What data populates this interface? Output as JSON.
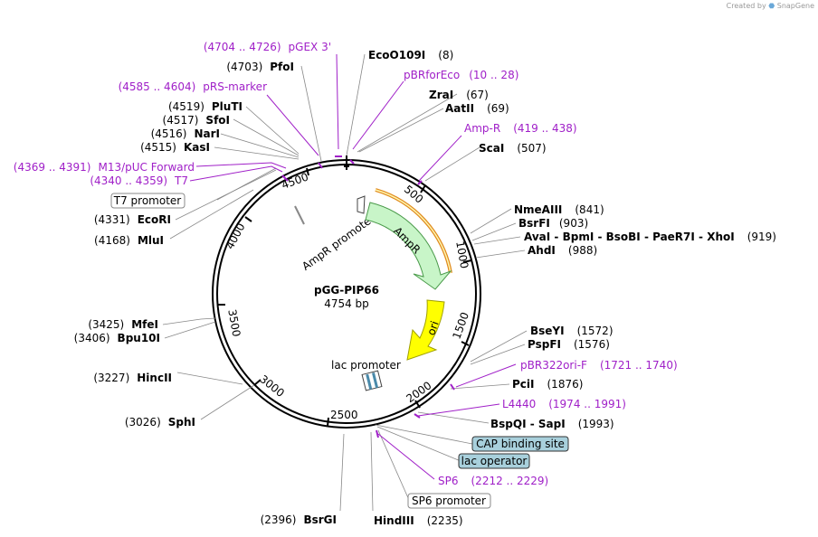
{
  "credit": {
    "prefix": "Created by",
    "brand": "SnapGene"
  },
  "plasmid": {
    "name": "pGG-PIP66",
    "size": "4754 bp"
  },
  "ticks": [
    "500",
    "1000",
    "1500",
    "2000",
    "2500",
    "3000",
    "3500",
    "4000",
    "4500"
  ],
  "features": {
    "ampr_promoter": "AmpR promoter",
    "ampr": "AmpR",
    "ori": "ori",
    "lac_promoter": "lac promoter"
  },
  "sites_right": [
    {
      "name": "EcoO109I",
      "pos": "(8)"
    },
    {
      "name": "ZraI",
      "pos": "(67)"
    },
    {
      "name": "AatII",
      "pos": "(69)"
    },
    {
      "name": "ScaI",
      "pos": "(507)"
    },
    {
      "name": "NmeAIII",
      "pos": "(841)"
    },
    {
      "name": "BsrFI",
      "pos": "(903)"
    },
    {
      "name": "AvaI - BpmI - BsoBI - PaeR7I - XhoI",
      "pos": "(919)"
    },
    {
      "name": "AhdI",
      "pos": "(988)"
    },
    {
      "name": "BseYI",
      "pos": "(1572)"
    },
    {
      "name": "PspFI",
      "pos": "(1576)"
    },
    {
      "name": "PciI",
      "pos": "(1876)"
    },
    {
      "name": "BspQI - SapI",
      "pos": "(1993)"
    },
    {
      "name": "HindIII",
      "pos": "(2235)"
    }
  ],
  "sites_left": [
    {
      "name": "PfoI",
      "pos": "(4703)"
    },
    {
      "name": "PluTI",
      "pos": "(4519)"
    },
    {
      "name": "SfoI",
      "pos": "(4517)"
    },
    {
      "name": "NarI",
      "pos": "(4516)"
    },
    {
      "name": "KasI",
      "pos": "(4515)"
    },
    {
      "name": "EcoRI",
      "pos": "(4331)"
    },
    {
      "name": "MluI",
      "pos": "(4168)"
    },
    {
      "name": "MfeI",
      "pos": "(3425)"
    },
    {
      "name": "Bpu10I",
      "pos": "(3406)"
    },
    {
      "name": "HincII",
      "pos": "(3227)"
    },
    {
      "name": "SphI",
      "pos": "(3026)"
    },
    {
      "name": "BsrGI",
      "pos": "(2396)"
    }
  ],
  "primers_right": [
    {
      "name": "pBRforEco",
      "pos": "(10 .. 28)"
    },
    {
      "name": "Amp-R",
      "pos": "(419 .. 438)"
    },
    {
      "name": "pBR322ori-F",
      "pos": "(1721 .. 1740)"
    },
    {
      "name": "L4440",
      "pos": "(1974 .. 1991)"
    },
    {
      "name": "SP6",
      "pos": "(2212 .. 2229)"
    }
  ],
  "primers_left": [
    {
      "name": "pGEX 3'",
      "pos": "(4704 .. 4726)"
    },
    {
      "name": "pRS-marker",
      "pos": "(4585 .. 4604)"
    },
    {
      "name": "M13/pUC Forward",
      "pos": "(4369 .. 4391)"
    },
    {
      "name": "T7",
      "pos": "(4340 .. 4359)"
    }
  ],
  "boxes": {
    "t7_promoter": "T7 promoter",
    "cap_site": "CAP binding site",
    "lac_operator": "lac operator",
    "sp6_promoter": "SP6 promoter"
  },
  "colors": {
    "primer": "#a020c8",
    "ampr_fill": "#c8f5c8",
    "ampr_stroke": "#4a9a4a",
    "ori_fill": "#ffff00",
    "ori_stroke": "#a0a000",
    "orange": "#e08a1e",
    "box_blue": "#a8d0dc"
  }
}
